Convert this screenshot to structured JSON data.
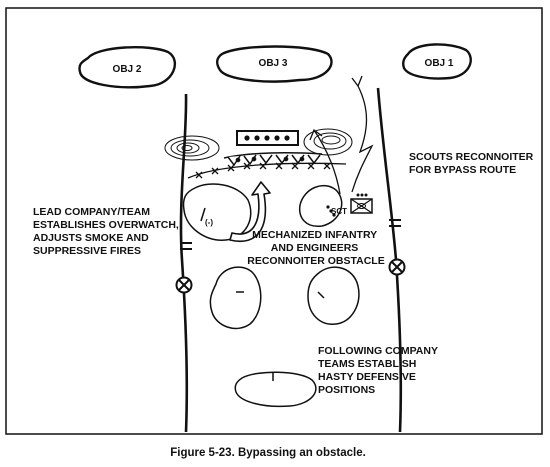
{
  "objectives": {
    "obj2": "OBJ 2",
    "obj3": "OBJ 3",
    "obj1": "OBJ 1"
  },
  "labels": {
    "scouts": [
      "SCOUTS RECONNOITER",
      "FOR BYPASS ROUTE"
    ],
    "lead_company": [
      "LEAD COMPANY/TEAM",
      "ESTABLISHES OVERWATCH,",
      "ADJUSTS SMOKE AND",
      "SUPPRESSIVE FIRES"
    ],
    "mech_infantry": [
      "MECHANIZED INFANTRY",
      "AND ENGINEERS",
      "RECONNOITER OBSTACLE"
    ],
    "following": [
      "FOLLOWING COMPANY",
      "TEAMS ESTABLISH",
      "HASTY DEFENSIVE",
      "POSITIONS"
    ],
    "sct": "SCT",
    "unit_marker": "(-)"
  },
  "caption": "Figure 5-23.   Bypassing an obstacle."
}
